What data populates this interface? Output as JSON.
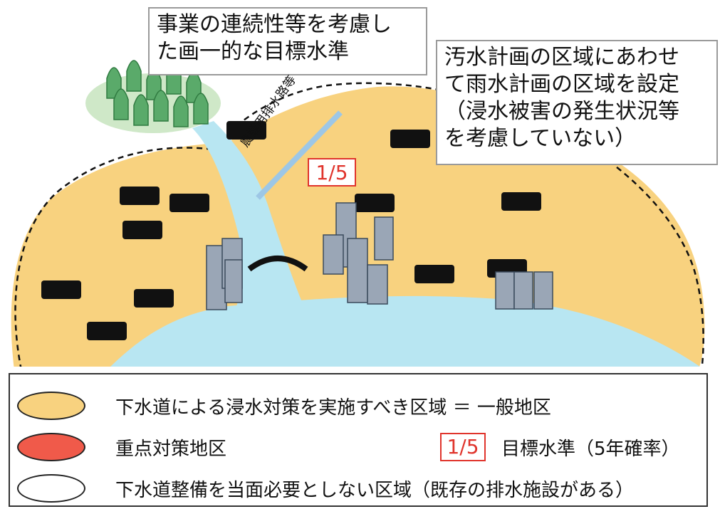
{
  "callouts": {
    "uniform_target": "事業の連続性等を考慮し\nた画一的な目標水準",
    "stormwater_zone": "汚水計画の区域にあわせ\nて雨水計画の区域を設定\n（浸水被害の発生状況等\nを考慮していない）"
  },
  "map": {
    "channel_label": "農業用排水路等",
    "target_level": "1/5"
  },
  "legend": {
    "general_area": "下水道による浸水対策を実施すべき区域 ＝ 一般地区",
    "priority_area": "重点対策地区",
    "target_tag": "1/5",
    "target_tag_text": "目標水準（5年確率）",
    "no_sewer_area": "下水道整備を当面必要としない区域（既存の排水施設がある）"
  },
  "colors": {
    "general_area": "#f8d27f",
    "priority_area": "#f05a4a",
    "water": "#b8e6f2",
    "forest": "#5aaa6a",
    "target_red": "#e0342c"
  }
}
